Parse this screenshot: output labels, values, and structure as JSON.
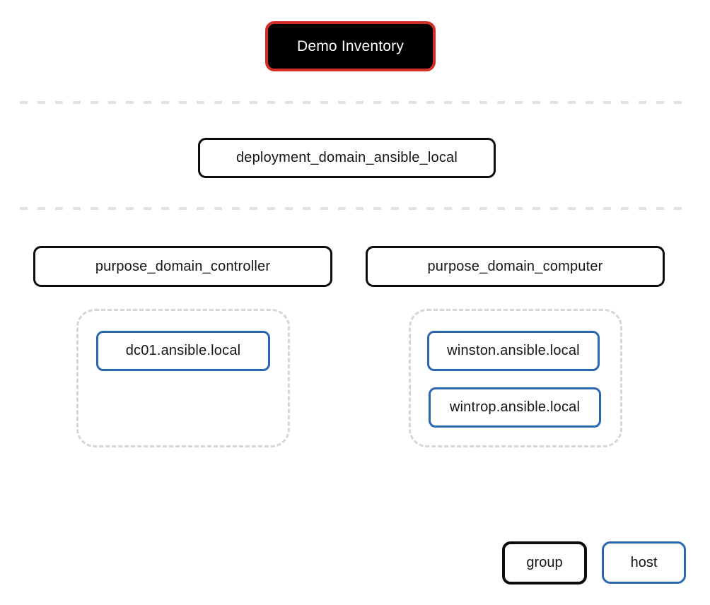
{
  "diagram": {
    "inventory": {
      "label": "Demo Inventory"
    },
    "deployment_group": {
      "label": "deployment_domain_ansible_local"
    },
    "groups": [
      {
        "label": "purpose_domain_controller",
        "hosts": [
          {
            "label": "dc01.ansible.local"
          }
        ]
      },
      {
        "label": "purpose_domain_computer",
        "hosts": [
          {
            "label": "winston.ansible.local"
          },
          {
            "label": "wintrop.ansible.local"
          }
        ]
      }
    ],
    "legend": {
      "group": "group",
      "host": "host"
    },
    "colors": {
      "inventory_border": "#d22e26",
      "inventory_fill": "#000000",
      "group_border": "#0d0d0d",
      "host_border": "#2b66b0",
      "dashed_container_border": "#d6d6d6",
      "separator_dash": "#e1e1e1"
    }
  }
}
